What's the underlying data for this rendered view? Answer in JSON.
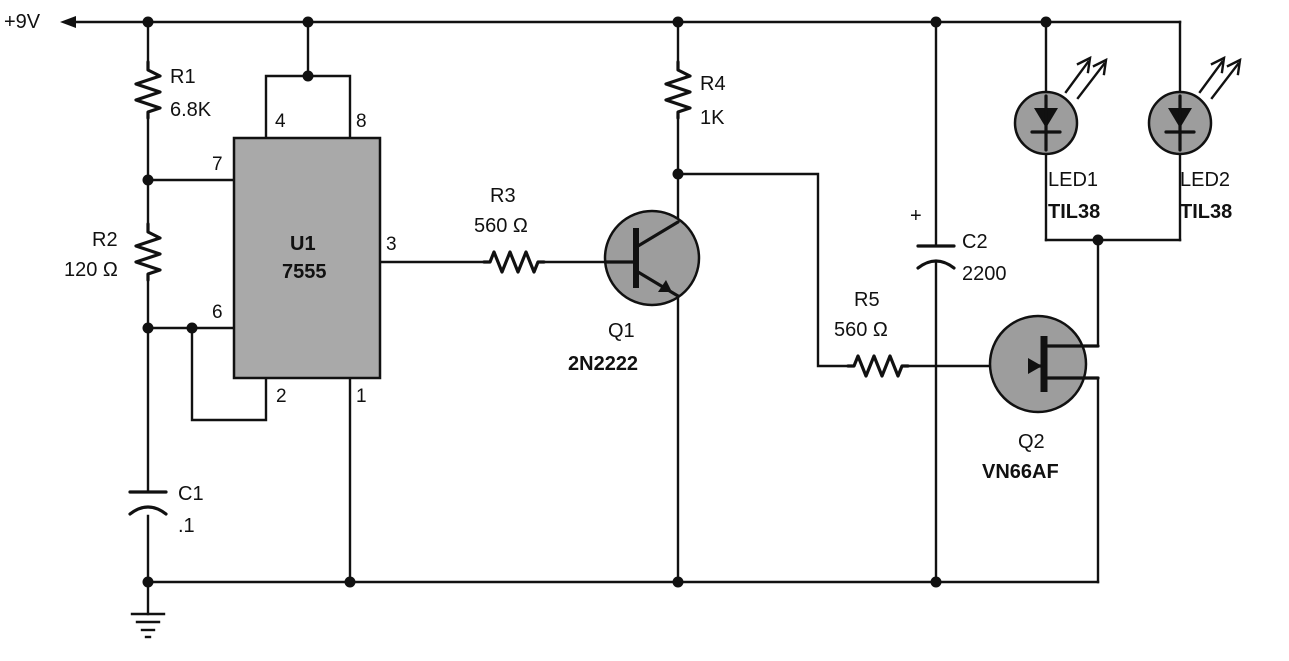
{
  "supply": {
    "label": "+9V"
  },
  "u1": {
    "ref": "U1",
    "part": "7555",
    "pins": {
      "p4": "4",
      "p8": "8",
      "p7": "7",
      "p6": "6",
      "p3": "3",
      "p2": "2",
      "p1": "1"
    }
  },
  "r1": {
    "ref": "R1",
    "value": "6.8K"
  },
  "r2": {
    "ref": "R2",
    "value": "120 Ω"
  },
  "r3": {
    "ref": "R3",
    "value": "560 Ω"
  },
  "r4": {
    "ref": "R4",
    "value": "1K"
  },
  "r5": {
    "ref": "R5",
    "value": "560 Ω"
  },
  "c1": {
    "ref": "C1",
    "value": ".1"
  },
  "c2": {
    "ref": "C2",
    "value": "2200",
    "polarity": "+"
  },
  "q1": {
    "ref": "Q1",
    "part": "2N2222"
  },
  "q2": {
    "ref": "Q2",
    "part": "VN66AF"
  },
  "led1": {
    "ref": "LED1",
    "part": "TIL38"
  },
  "led2": {
    "ref": "LED2",
    "part": "TIL38"
  }
}
